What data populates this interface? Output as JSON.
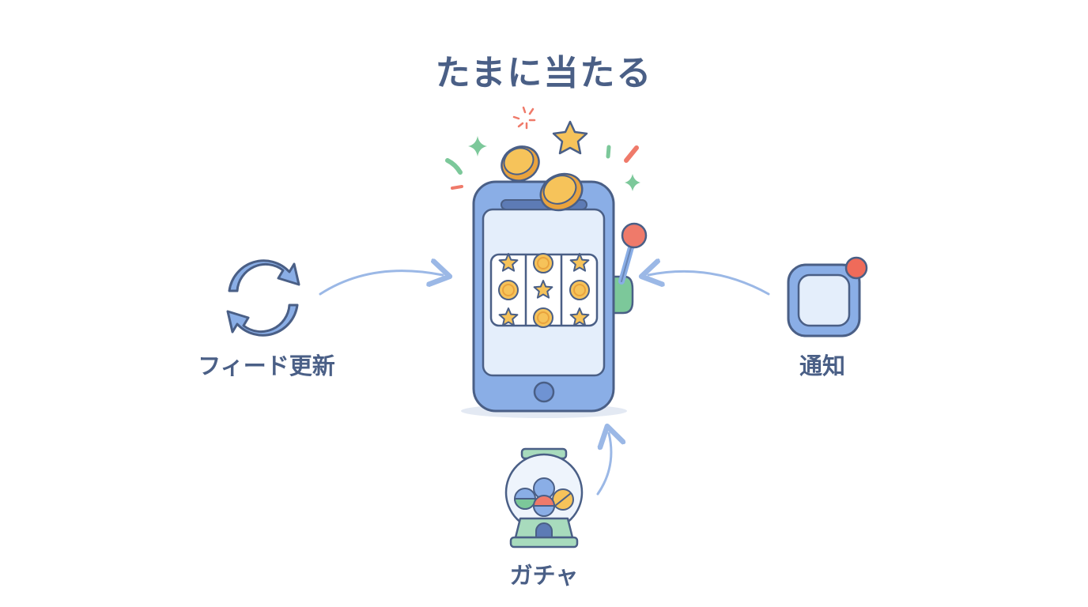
{
  "title": "たまに当たる",
  "labels": {
    "feed_refresh": "フィード更新",
    "notification": "通知",
    "gacha": "ガチャ"
  },
  "colors": {
    "title_text": "#4a5f86",
    "phone_body": "#8aaee6",
    "outline": "#4a5f86",
    "arrow": "#9bb8e6",
    "coin": "#f6c35a",
    "star": "#f6c35a",
    "lever_knob": "#ef7a6a",
    "lever_base": "#7cc89a",
    "badge": "#ef6b5a",
    "sparkle_green": "#7cc89a",
    "sparkle_red": "#ef7a6a"
  },
  "icons": {
    "center": "slot-machine-phone-icon",
    "feed": "refresh-arrows-icon",
    "notification": "app-badge-icon",
    "gacha": "gacha-capsule-machine-icon"
  }
}
